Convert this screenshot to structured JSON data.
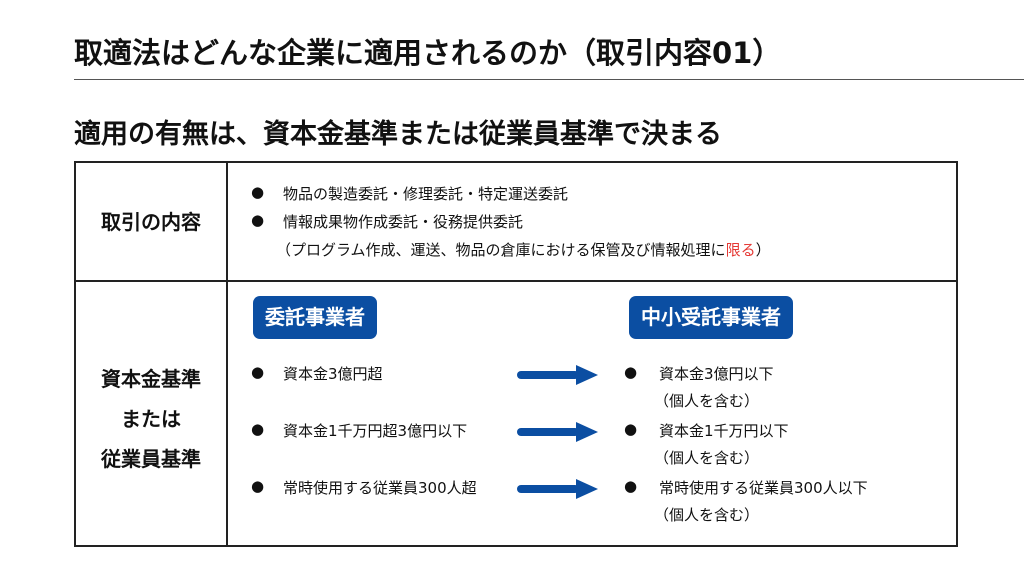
{
  "title": "取適法はどんな企業に適用されるのか（取引内容01）",
  "subtitle": "適用の有無は、資本金基準または従業員基準で決まる",
  "row1": {
    "header": "取引の内容",
    "items": [
      "物品の製造委託・修理委託・特定運送委託",
      "情報成果物作成委託・役務提供委託"
    ],
    "note_prefix": "（プログラム作成、運送、物品の倉庫における保管及び情報処理に",
    "note_highlight": "限る",
    "note_suffix": "）"
  },
  "row2": {
    "header_lines": [
      "資本金基準",
      "または",
      "従業員基準"
    ],
    "left_badge": "委託事業者",
    "right_badge": "中小受託事業者",
    "left_items": [
      "資本金3億円超",
      "資本金1千万円超3億円以下",
      "常時使用する従業員300人超"
    ],
    "right_items": [
      "資本金3億円以下",
      "資本金1千万円以下",
      "常時使用する従業員300人以下"
    ],
    "right_note": "（個人を含む）"
  },
  "colors": {
    "accent": "#0b4ea2",
    "highlight": "#e53935"
  }
}
